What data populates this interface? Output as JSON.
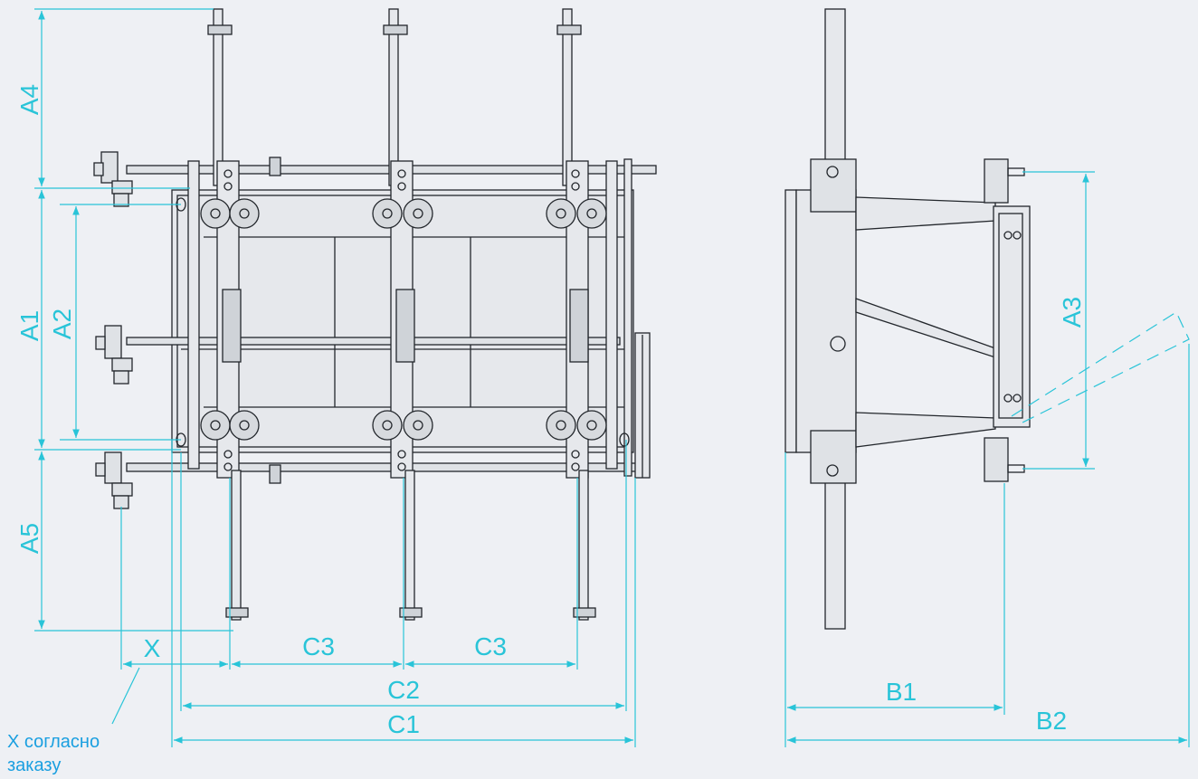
{
  "labels": {
    "a4": "A4",
    "a1": "A1",
    "a2": "A2",
    "a5": "A5",
    "a3": "A3",
    "x": "X",
    "c3_left": "C3",
    "c3_right": "C3",
    "c2": "C2",
    "c1": "C1",
    "b1": "B1",
    "b2": "B2"
  },
  "note": {
    "line1": "X согласно",
    "line2": "заказу"
  },
  "colors": {
    "dimension": "#29c4d8",
    "note": "#1a9fe0",
    "drawing_line": "#23272c",
    "background": "#eef0f4"
  }
}
